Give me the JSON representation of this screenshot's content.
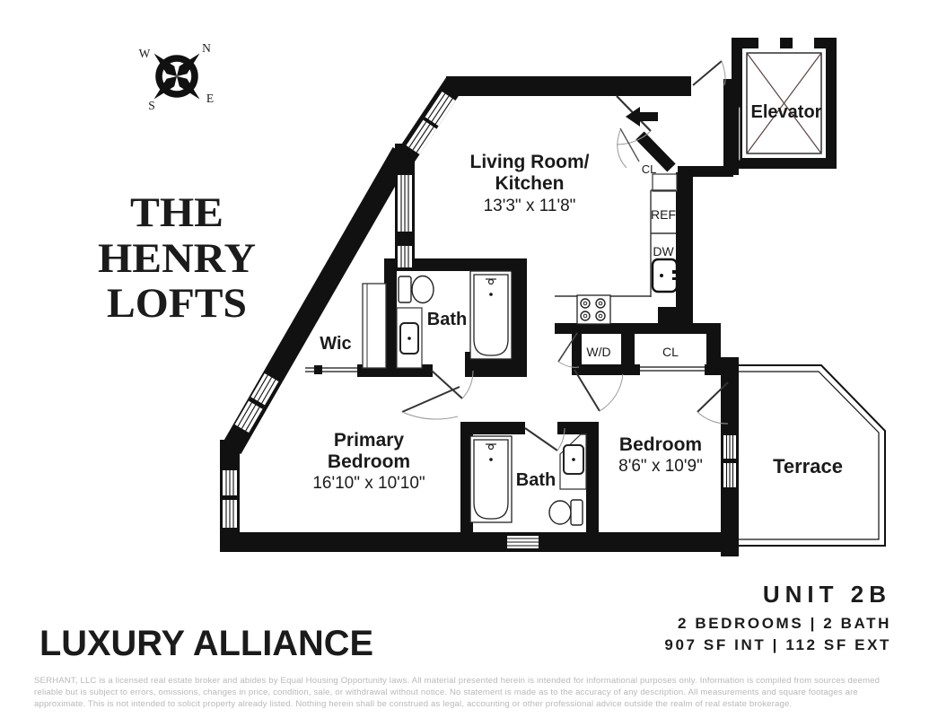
{
  "compass": {
    "n": "N",
    "e": "E",
    "s": "S",
    "w": "W"
  },
  "brand": {
    "l1": "THE",
    "l2": "HENRY",
    "l3": "LOFTS"
  },
  "plan": {
    "living": {
      "l1": "Living Room/",
      "l2": "Kitchen",
      "dims": "13'3\" x 11'8\""
    },
    "elevator": "Elevator",
    "entry_cl": "CL",
    "ref": "REF",
    "dw": "DW",
    "wd": "W/D",
    "cl": "CL",
    "wic": "Wic",
    "bath_upper": "Bath",
    "bath_lower": "Bath",
    "primary": {
      "l1": "Primary",
      "l2": "Bedroom",
      "dims": "16'10\" x 10'10\""
    },
    "bedroom": {
      "l1": "Bedroom",
      "dims": "8'6\" x 10'9\""
    },
    "terrace": "Terrace"
  },
  "footer": {
    "brokerage": "LUXURY ALLIANCE",
    "unit": "UNIT 2B",
    "beds": "2 BEDROOMS | 2 BATH",
    "area": "907 SF INT | 112 SF EXT",
    "disclaimer": "SERHANT, LLC is a licensed real estate broker and abides by Equal Housing Opportunity laws. All material presented herein is intended for informational purposes only. Information is compiled from sources deemed reliable but is subject to errors, omissions, changes in price, condition, sale, or withdrawal without notice. No statement is made as to the accuracy of any description. All measurements and square footages are approximate. This is not intended to solicit property already listed. Nothing herein shall be construed as legal, accounting or other professional advice outside the realm of real estate brokerage."
  },
  "colors": {
    "wall": "#111111",
    "elevator_x": "#5a4242",
    "disclaimer": "#b9b9b9"
  }
}
